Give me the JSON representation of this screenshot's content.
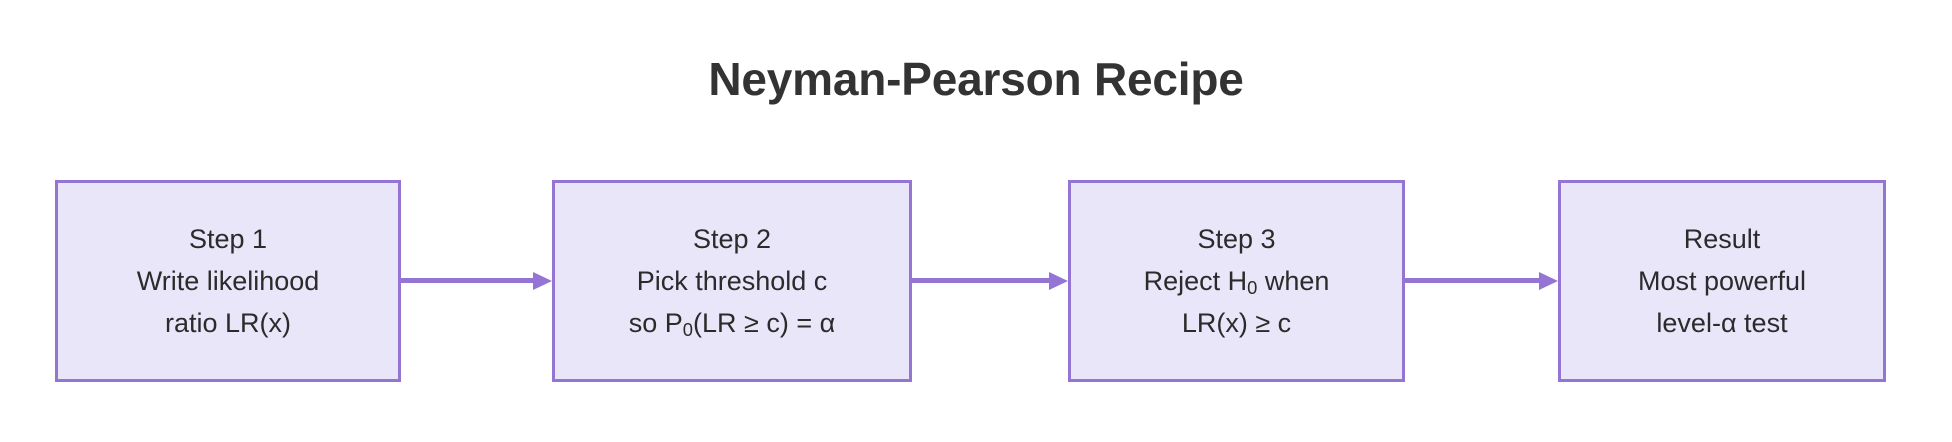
{
  "title": "Neyman-Pearson Recipe",
  "colors": {
    "box_fill": "#e9e6fa",
    "box_border": "#9575d4",
    "arrow": "#9575d4",
    "title_text": "#333333",
    "body_text": "#2b2b2b",
    "background": "#ffffff"
  },
  "flow": {
    "nodes": [
      {
        "id": "step-1",
        "heading": "Step 1",
        "line2": "Write likelihood",
        "line3": "ratio LR(x)"
      },
      {
        "id": "step-2",
        "heading": "Step 2",
        "line2": "Pick threshold c",
        "line3_pre": "so P",
        "line3_sub": "0",
        "line3_post": "(LR ≥ c) = α"
      },
      {
        "id": "step-3",
        "heading": "Step 3",
        "line2_pre": "Reject H",
        "line2_sub": "0",
        "line2_post": " when",
        "line3": "LR(x) ≥ c"
      },
      {
        "id": "result",
        "heading": "Result",
        "line2": "Most powerful",
        "line3": "level-α test"
      }
    ],
    "connectors": [
      {
        "id": "arrow-step1-step2",
        "icon": "arrow-right-icon"
      },
      {
        "id": "arrow-step2-step3",
        "icon": "arrow-right-icon"
      },
      {
        "id": "arrow-step3-result",
        "icon": "arrow-right-icon"
      }
    ]
  }
}
